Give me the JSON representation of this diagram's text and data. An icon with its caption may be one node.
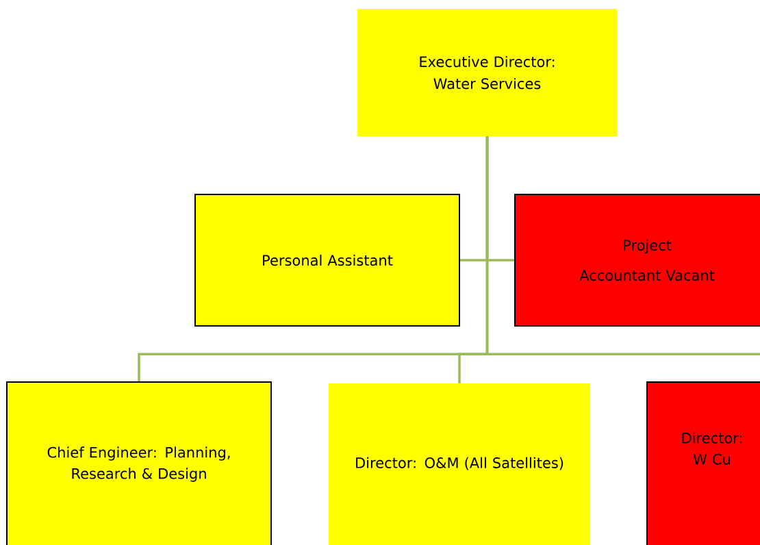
{
  "diagram": {
    "nodes": [
      {
        "text": [
          "Executive Director: Water Services"
        ]
      },
      {
        "text": [
          "Personal Assistant"
        ]
      },
      {
        "text": [
          "Project Accountant Vacant"
        ]
      },
      {
        "text": [
          "Chief Engineer: Planning, Research & Design"
        ]
      },
      {
        "text": [
          "Director: O&M (All Satellites)"
        ]
      },
      {
        "text": [
          "Director: W Cu"
        ]
      }
    ],
    "edges": [
      {
        "from": 0,
        "to": 1,
        "arrow": "none"
      },
      {
        "from": 0,
        "to": 2,
        "arrow": "none"
      },
      {
        "from": 0,
        "to": 3,
        "arrow": "none"
      },
      {
        "from": 0,
        "to": 4,
        "arrow": "none"
      },
      {
        "from": 0,
        "to": 5,
        "arrow": "none"
      }
    ]
  }
}
